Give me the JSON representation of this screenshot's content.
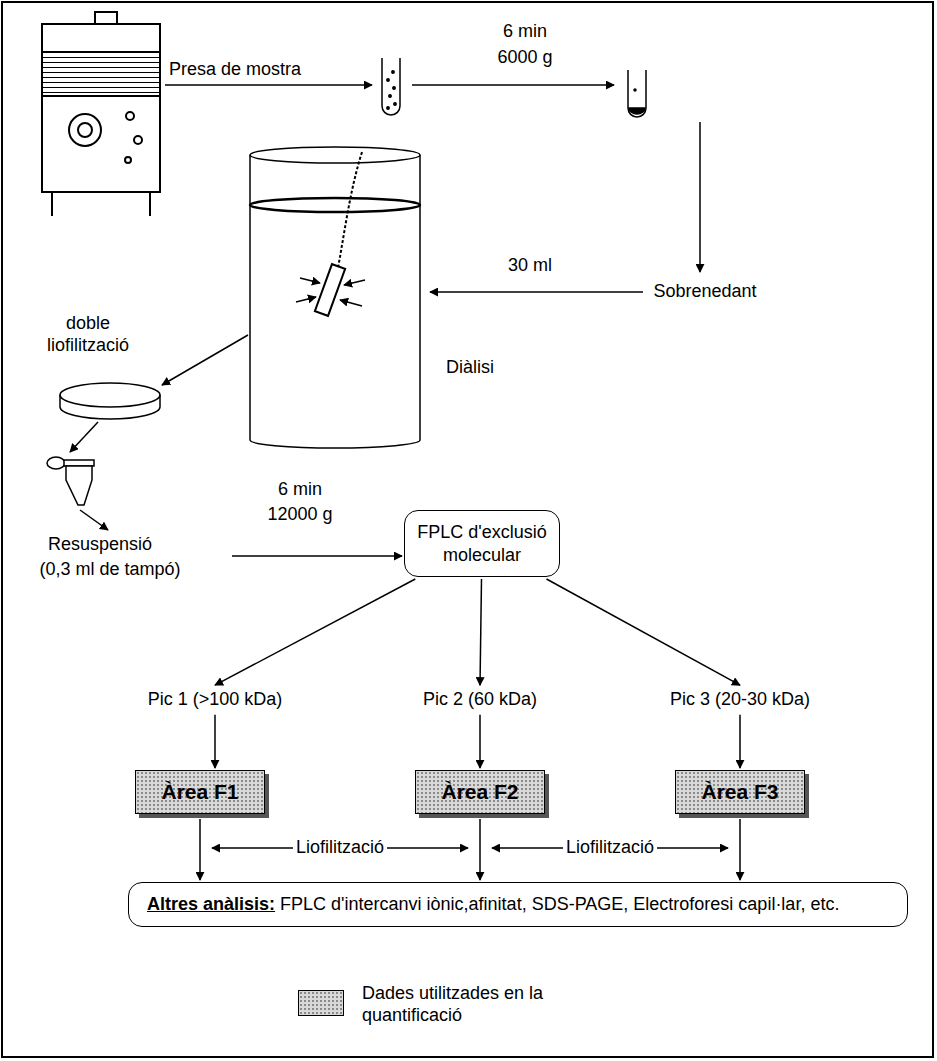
{
  "diagram": {
    "nodes": [
      {
        "text": [
          "FPLC d'exclusió molecular"
        ]
      },
      {
        "text": [
          "Àrea F1"
        ]
      },
      {
        "text": [
          "Àrea F2"
        ]
      },
      {
        "text": [
          "Àrea F3"
        ]
      },
      {
        "text": [
          "Altres anàlisis:",
          "FPLC d'intercanvi iònic,afinitat, SDS-PAGE, Electroforesi capil·lar, etc."
        ]
      }
    ],
    "edges": [
      {
        "from": 0,
        "to": 1,
        "arrow": "to",
        "label": "Pic 1 (>100 kDa)"
      },
      {
        "from": 0,
        "to": 2,
        "arrow": "to",
        "label": "Pic 2 (60 kDa)"
      },
      {
        "from": 0,
        "to": 3,
        "arrow": "to",
        "label": "Pic 3 (20-30 kDa)"
      },
      {
        "from": 1,
        "to": 4,
        "arrow": "to"
      },
      {
        "from": 2,
        "to": 4,
        "arrow": "to"
      },
      {
        "from": 3,
        "to": 4,
        "arrow": "to"
      }
    ],
    "labels": [
      "Presa de mostra",
      "6 min",
      "6000 g",
      "Sobrenedant",
      "30 ml",
      "Diàlisi",
      "doble liofilització",
      "Resuspensió",
      "(0,3 ml de tampó)",
      "6 min",
      "12000 g",
      "Liofilització",
      "Liofilització"
    ],
    "legend": [
      {
        "text": "Dades utilitzades en la quantificació",
        "color": "#d9d9d9"
      }
    ]
  }
}
